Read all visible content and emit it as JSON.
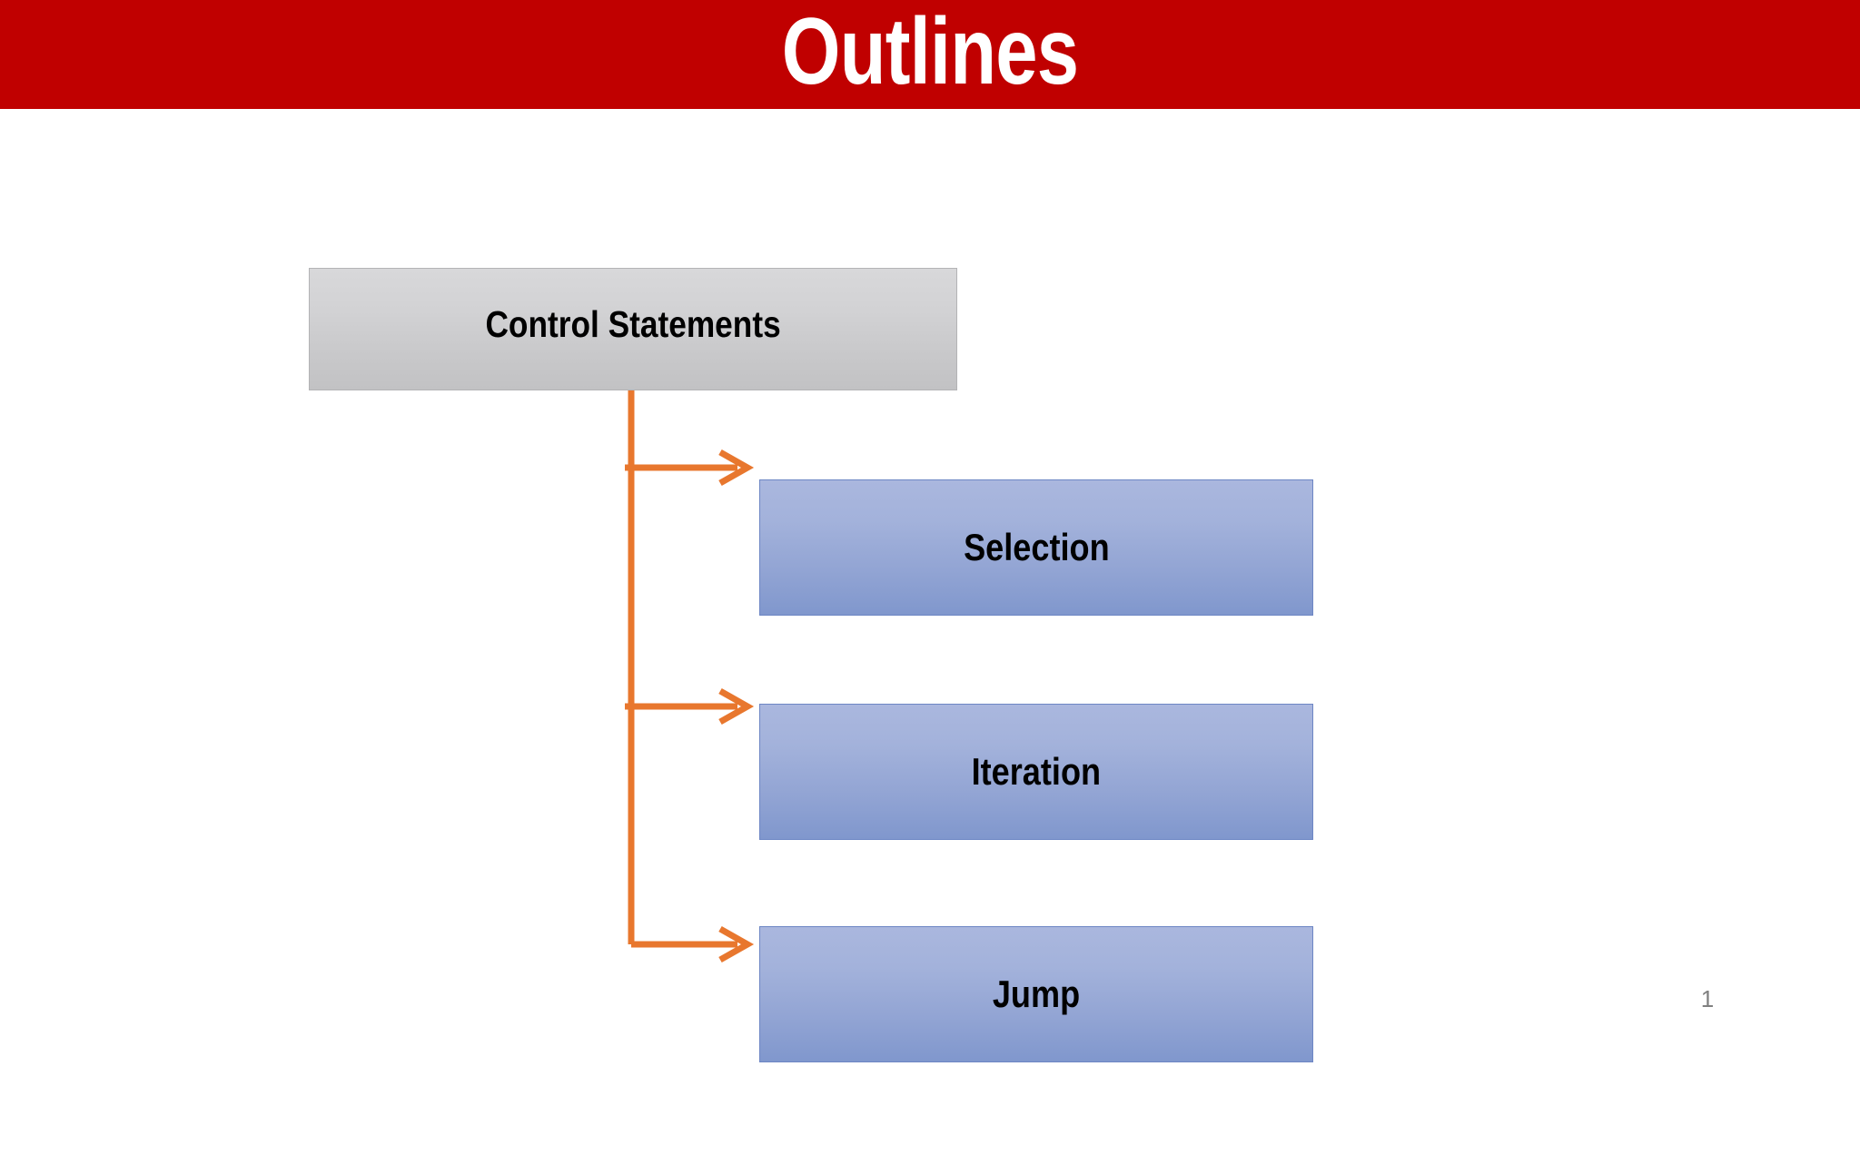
{
  "slide": {
    "title": "Outlines",
    "title_band_color": "#C00000",
    "title_text_color": "#FFFFFF",
    "background_color": "#FFFFFF",
    "page_number": "1"
  },
  "diagram": {
    "type": "tree",
    "connector_color": "#E8772E",
    "root": {
      "label": "Control Statements",
      "fill_top": "#D8D8DA",
      "fill_bottom": "#C2C2C4",
      "border_color": "#B3B3B5",
      "text_color": "#000000"
    },
    "children": [
      {
        "label": "Selection",
        "fill_top": "#AAB7DE",
        "fill_bottom": "#8097CD",
        "border_color": "#6D86C4",
        "text_color": "#000000"
      },
      {
        "label": "Iteration",
        "fill_top": "#AAB7DE",
        "fill_bottom": "#8097CD",
        "border_color": "#6D86C4",
        "text_color": "#000000"
      },
      {
        "label": "Jump",
        "fill_top": "#AAB7DE",
        "fill_bottom": "#8097CD",
        "border_color": "#6D86C4",
        "text_color": "#000000"
      }
    ]
  }
}
